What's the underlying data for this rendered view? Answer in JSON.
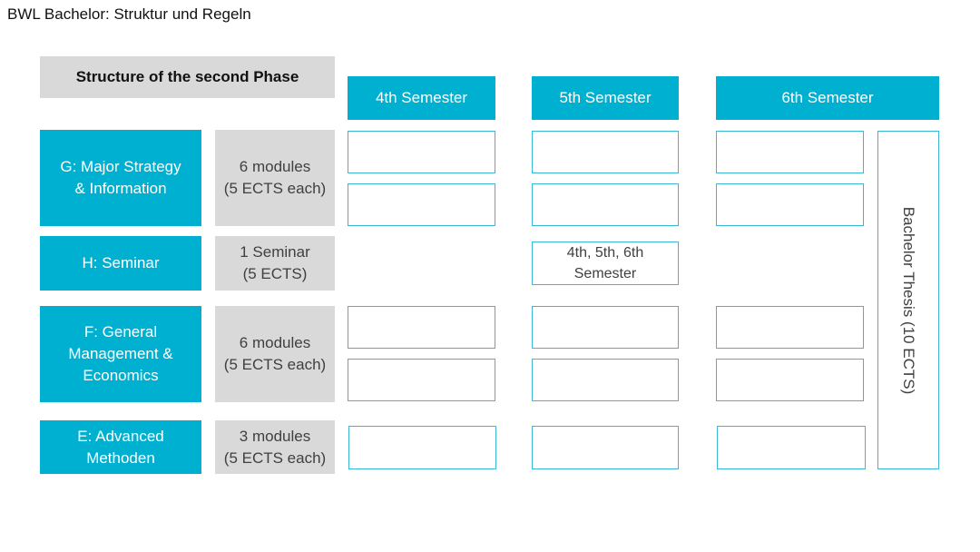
{
  "title": "BWL Bachelor: Struktur und Regeln",
  "structure_header": "Structure of the second Phase",
  "semesters": [
    "4th Semester",
    "5th Semester",
    "6th Semester"
  ],
  "rows": [
    {
      "area": "G: Major Strategy\n& Information",
      "modules": "6 modules\n(5 ECTS each)"
    },
    {
      "area": "H: Seminar",
      "modules": "1 Seminar\n(5 ECTS)"
    },
    {
      "area": "F: General\nManagement &\nEconomics",
      "modules": "6 modules\n(5 ECTS each)"
    },
    {
      "area": "E: Advanced\nMethoden",
      "modules": "3 modules\n(5 ECTS each)"
    }
  ],
  "seminar_slot": "4th, 5th, 6th\nSemester",
  "thesis": "Bachelor Thesis (10 ECTS)",
  "colors": {
    "teal": "#00b0d0",
    "gray": "#d9d9d9",
    "outline": "#38b8d4"
  }
}
